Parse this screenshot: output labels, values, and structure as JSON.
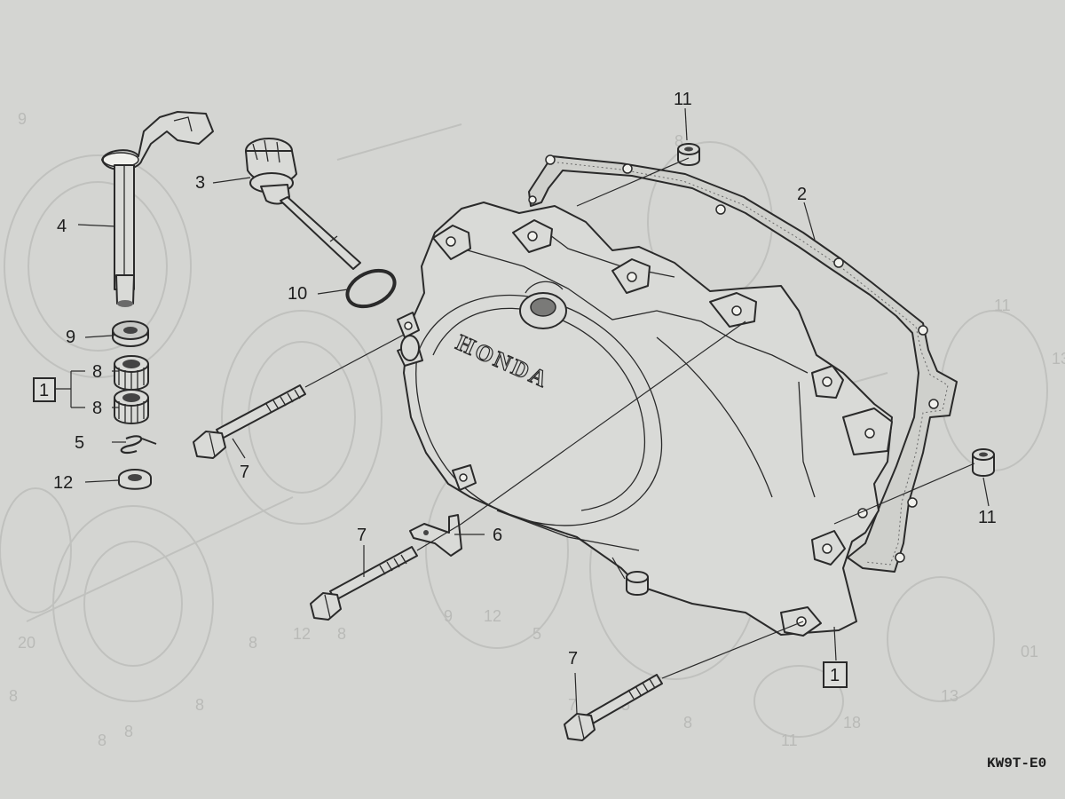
{
  "labels": {
    "p1_left": "1",
    "p1_bottom": "1",
    "p2": "2",
    "p3": "3",
    "p4": "4",
    "p5": "5",
    "p6": "6",
    "p7_a": "7",
    "p7_b": "7",
    "p7_c": "7",
    "p8_a": "8",
    "p8_b": "8",
    "p9": "9",
    "p10": "10",
    "p11_top": "11",
    "p11_right": "11",
    "p12": "12"
  },
  "brand_text": "HONDA",
  "figure_code": "KW9T-E0"
}
